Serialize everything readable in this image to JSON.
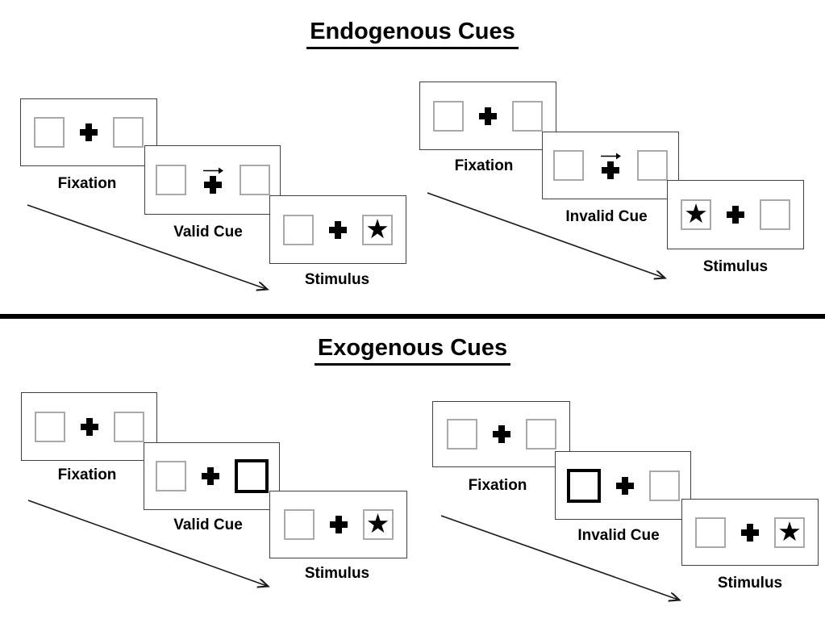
{
  "colors": {
    "background": "#ffffff",
    "panel_border": "#404040",
    "placeholder_box_border": "#a9a9a9",
    "cue_box_border": "#000000",
    "symbol": "#000000",
    "divider": "#000000"
  },
  "symbols": {
    "star": "★"
  },
  "endogenous": {
    "title": "Endogenous Cues",
    "valid": {
      "fixation_label": "Fixation",
      "cue_label": "Valid Cue",
      "stimulus_label": "Stimulus",
      "cue_type": "central-arrow",
      "cue_arrow_direction": "right",
      "target_side": "right"
    },
    "invalid": {
      "fixation_label": "Fixation",
      "cue_label": "Invalid Cue",
      "stimulus_label": "Stimulus",
      "cue_type": "central-arrow",
      "cue_arrow_direction": "right",
      "target_side": "left"
    }
  },
  "exogenous": {
    "title": "Exogenous Cues",
    "valid": {
      "fixation_label": "Fixation",
      "cue_label": "Valid Cue",
      "stimulus_label": "Stimulus",
      "cue_type": "peripheral-box",
      "cue_box_side": "right",
      "target_side": "right"
    },
    "invalid": {
      "fixation_label": "Fixation",
      "cue_label": "Invalid Cue",
      "stimulus_label": "Stimulus",
      "cue_type": "peripheral-box",
      "cue_box_side": "left",
      "target_side": "right"
    }
  }
}
